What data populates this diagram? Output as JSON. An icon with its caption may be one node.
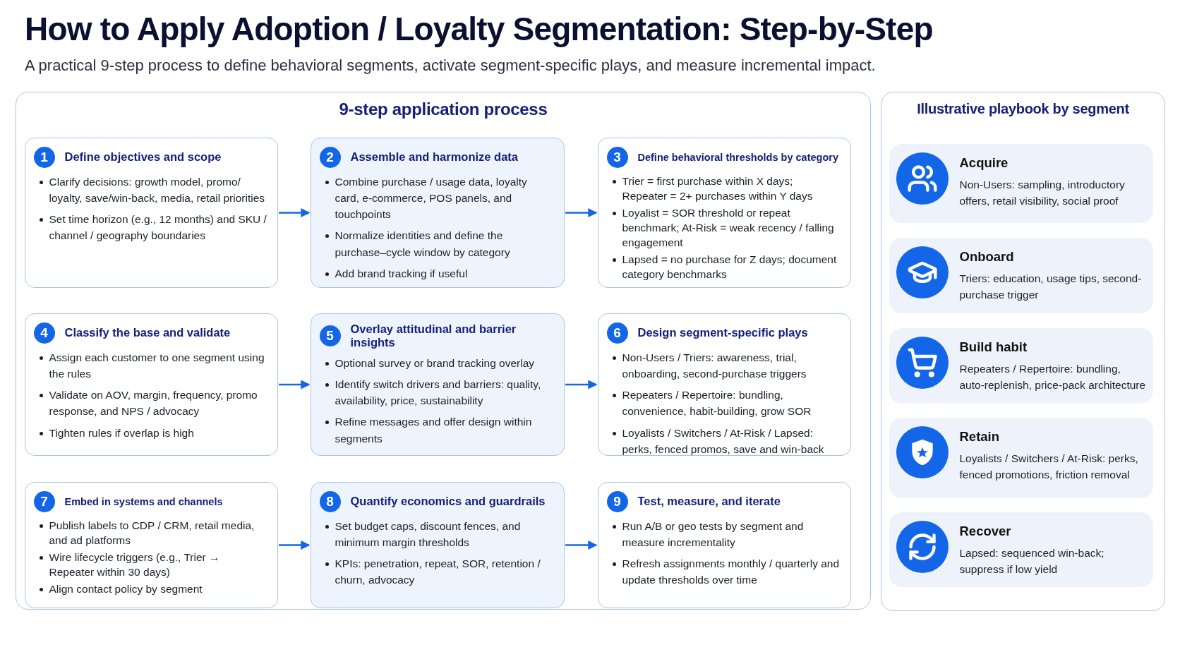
{
  "diagram": {
    "title": "How to Apply Adoption / Loyalty Segmentation: Step-by-Step",
    "caption": "A practical 9-step process to define behavioral segments, activate segment-specific plays, and measure incremental impact.",
    "nodes": [
      {
        "text": [
          "9-step application process"
        ]
      },
      {
        "text": [
          "1",
          "Define objectives and scope",
          "Clarify decisions: growth model, promo/ loyalty, save/win-back, media, retail priorities",
          "Set time horizon (e.g., 12 months) and SKU / channel / geography boundaries"
        ],
        "in": 0
      },
      {
        "text": [
          "2",
          "Assemble and harmonize data",
          "Combine purchase / usage data, loyalty card, e-commerce, POS panels, and touchpoints",
          "Normalize identities and define the purchase–cycle window by category",
          "Add brand tracking if useful"
        ],
        "in": 0
      },
      {
        "text": [
          "3",
          "Define behavioral thresholds by category",
          "Trier = first purchase within X days; Repeater = 2+ purchases within Y days",
          "Loyalist = SOR threshold or repeat benchmark; At-Risk = weak recency / falling engagement",
          "Lapsed = no purchase for Z days; document category benchmarks"
        ],
        "in": 0
      },
      {
        "text": [
          "4",
          "Classify the base and validate",
          "Assign each customer to one segment using the rules",
          "Validate on AOV, margin, frequency, promo response, and NPS / advocacy",
          "Tighten rules if overlap is high"
        ],
        "in": 0
      },
      {
        "text": [
          "5",
          "Overlay attitudinal and barrier insights",
          "Optional survey or brand tracking overlay",
          "Identify switch drivers and barriers: quality, availability, price, sustainability",
          "Refine messages and offer design within segments"
        ],
        "in": 0
      },
      {
        "text": [
          "6",
          "Design segment-specific plays",
          "Non-Users / Triers: awareness, trial, onboarding, second-purchase triggers",
          "Repeaters / Repertoire: bundling, convenience, habit-building, grow SOR",
          "Loyalists / Switchers / At-Risk / Lapsed: perks, fenced promos, save and win-back"
        ],
        "in": 0
      },
      {
        "text": [
          "7",
          "Embed in systems and channels",
          "Publish labels to CDP / CRM, retail media, and ad platforms",
          "Wire lifecycle triggers (e.g., Trier → Repeater within 30 days)",
          "Align contact policy by segment"
        ],
        "in": 0
      },
      {
        "text": [
          "8",
          "Quantify economics and guardrails",
          "Set budget caps, discount fences, and minimum margin thresholds",
          "KPIs: penetration, repeat, SOR, retention / churn, advocacy"
        ],
        "in": 0
      },
      {
        "text": [
          "9",
          "Test, measure, and iterate",
          "Run A/B or geo tests by segment and measure incrementality",
          "Refresh assignments monthly / quarterly and update thresholds over time"
        ],
        "in": 0
      },
      {
        "text": [
          "Illustrative playbook by segment"
        ]
      },
      {
        "text": [
          "Acquire",
          "Non-Users: sampling, introductory offers, retail visibility, social proof"
        ],
        "in": 10
      },
      {
        "text": [
          "Onboard",
          "Triers: education, usage tips, second-purchase trigger"
        ],
        "in": 10
      },
      {
        "text": [
          "Build habit",
          "Repeaters / Repertoire: bundling, auto-replenish, price-pack architecture"
        ],
        "in": 10
      },
      {
        "text": [
          "Retain",
          "Loyalists / Switchers / At-Risk: perks, fenced promotions, friction removal"
        ],
        "in": 10
      },
      {
        "text": [
          "Recover",
          "Lapsed: sequenced win-back; suppress if low yield"
        ],
        "in": 10
      }
    ],
    "edges": [
      {
        "from": 1,
        "to": 2,
        "arrow": "to"
      },
      {
        "from": 2,
        "to": 3,
        "arrow": "to"
      },
      {
        "from": 4,
        "to": 5,
        "arrow": "to"
      },
      {
        "from": 5,
        "to": 6,
        "arrow": "to"
      },
      {
        "from": 7,
        "to": 8,
        "arrow": "to"
      },
      {
        "from": 8,
        "to": 9,
        "arrow": "to"
      }
    ]
  }
}
